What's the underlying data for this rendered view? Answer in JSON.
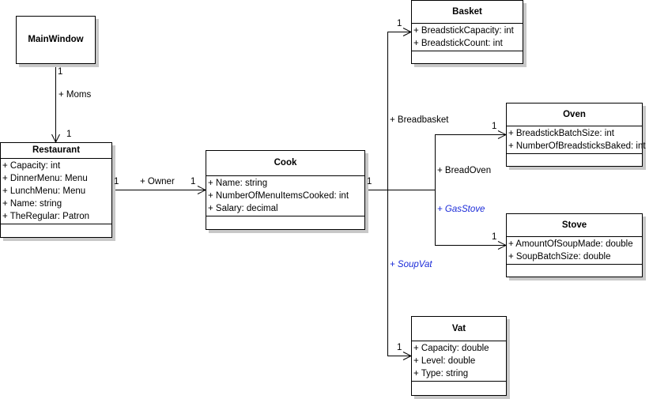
{
  "diagram": {
    "type": "UML class diagram",
    "classes": {
      "mainwindow": {
        "name": "MainWindow",
        "attributes": []
      },
      "restaurant": {
        "name": "Restaurant",
        "attributes": [
          "+ Capacity: int",
          "+ DinnerMenu: Menu",
          "+ LunchMenu: Menu",
          "+ Name: string",
          "+ TheRegular: Patron"
        ]
      },
      "cook": {
        "name": "Cook",
        "attributes": [
          "+ Name: string",
          "+ NumberOfMenuItemsCooked: int",
          "+ Salary: decimal"
        ]
      },
      "basket": {
        "name": "Basket",
        "attributes": [
          "+ BreadstickCapacity: int",
          "+ BreadstickCount: int"
        ]
      },
      "oven": {
        "name": "Oven",
        "attributes": [
          "+ BreadstickBatchSize: int",
          "+ NumberOfBreadsticksBaked: int"
        ]
      },
      "stove": {
        "name": "Stove",
        "attributes": [
          "+ AmountOfSoupMade: double",
          "+ SoupBatchSize: double"
        ]
      },
      "vat": {
        "name": "Vat",
        "attributes": [
          "+ Capacity: double",
          "+ Level: double",
          "+ Type: string"
        ]
      }
    },
    "associations": {
      "moms": {
        "from": "MainWindow",
        "to": "Restaurant",
        "role": "+ Moms",
        "source_mult": "1",
        "target_mult": "1",
        "abstract": false
      },
      "owner": {
        "from": "Restaurant",
        "to": "Cook",
        "role": "+ Owner",
        "source_mult": "1",
        "target_mult": "1",
        "abstract": false
      },
      "breadbasket": {
        "from": "Cook",
        "to": "Basket",
        "role": "+ Breadbasket",
        "target_mult": "1",
        "abstract": false
      },
      "breadoven": {
        "from": "Cook",
        "to": "Oven",
        "role": "+ BreadOven",
        "target_mult": "1",
        "abstract": false
      },
      "gasstove": {
        "from": "Cook",
        "to": "Stove",
        "role": "+ GasStove",
        "target_mult": "1",
        "abstract": true
      },
      "soupvat": {
        "from": "Cook",
        "to": "Vat",
        "role": "+ SoupVat",
        "target_mult": "1",
        "abstract": true
      },
      "cook_source_mult": "1"
    },
    "colors": {
      "line": "#000000",
      "abstract_role": "#1a2ad8",
      "shadow": "#c8c8c8"
    }
  }
}
